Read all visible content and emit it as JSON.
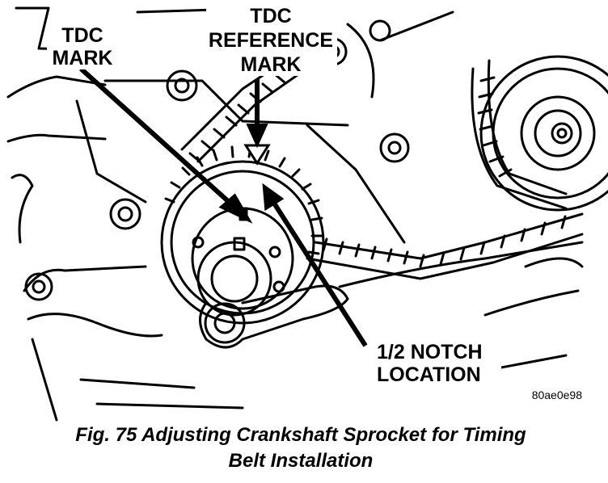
{
  "labels": {
    "tdc_mark": [
      "TDC",
      "MARK"
    ],
    "tdc_reference_mark": [
      "TDC",
      "REFERENCE",
      "MARK"
    ],
    "half_notch_location": [
      "1/2 NOTCH",
      "LOCATION"
    ]
  },
  "image_code": "80ae0e98",
  "caption": {
    "line1": "Fig. 75 Adjusting Crankshaft Sprocket for Timing",
    "line2": "Belt Installation"
  },
  "colors": {
    "ink": "#000000",
    "background": "#ffffff"
  }
}
